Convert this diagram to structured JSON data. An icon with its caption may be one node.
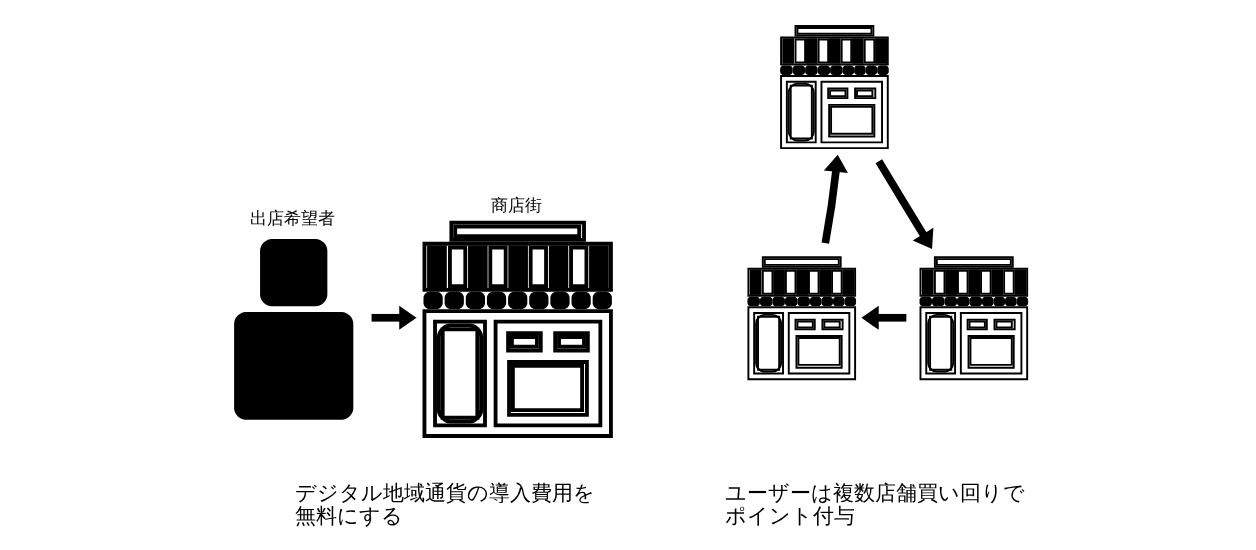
{
  "diagram": {
    "nodes": [
      {
        "text": [
          "出店希望者"
        ]
      },
      {
        "text": [
          "商店街"
        ]
      },
      {
        "text": [],
        "shape": "picture"
      },
      {
        "text": [],
        "shape": "picture"
      },
      {
        "text": [],
        "shape": "picture"
      }
    ],
    "edges": [
      {
        "from": 0,
        "to": 1,
        "arrow": "to"
      },
      {
        "from": 2,
        "to": 3,
        "arrow": "to"
      },
      {
        "from": 3,
        "to": 4,
        "arrow": "to"
      },
      {
        "from": 4,
        "to": 2,
        "arrow": "to"
      }
    ],
    "labels": [
      "デジタル地域通貨の導入費用を無料にする",
      "ユーザーは複数店舗買い回りでポイント付与"
    ]
  }
}
